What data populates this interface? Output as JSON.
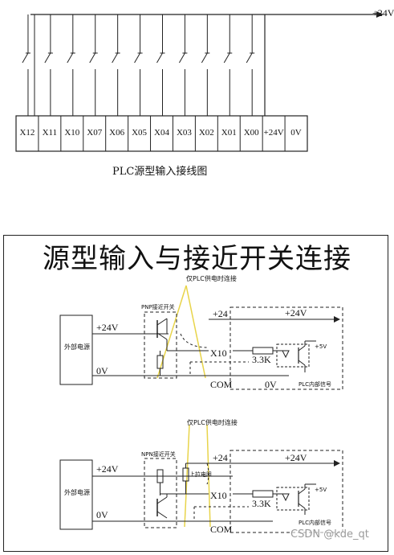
{
  "top_diagram": {
    "supply_label": "+24V",
    "terminals": [
      "X12",
      "X11",
      "X10",
      "X07",
      "X06",
      "X05",
      "X04",
      "X03",
      "X02",
      "X01",
      "X00",
      "+24V",
      "0V"
    ],
    "caption": "PLC源型输入接线图"
  },
  "bottom_panel": {
    "title": "源型输入与接近开关连接",
    "pnp_circuit": {
      "annotation": "仅PLC供电时连接",
      "sensor_label": "PNP接近开关",
      "external_power": "外部电源",
      "pos_label": "+24V",
      "zero_label": "0V",
      "plc_plus24_small": "+24",
      "plc_plus24": "+24V",
      "x_input": "X10",
      "resistor": "3.3K",
      "com": "COM",
      "plc_zero": "0V",
      "plus5v": "+5V",
      "internal_signal": "PLC内部信号"
    },
    "npn_circuit": {
      "annotation": "仅PLC供电时连接",
      "sensor_label": "NPN接近开关",
      "external_power": "外部电源",
      "pos_label": "+24V",
      "zero_label": "0V",
      "pullup": "上拉电阻",
      "plc_plus24_small": "+24",
      "plc_plus24": "+24V",
      "x_input": "X10",
      "resistor": "3.3K",
      "com": "COM",
      "plus5v": "+5V",
      "internal_signal": "PLC内部信号"
    },
    "watermark": "CSDN @kde_qt"
  }
}
